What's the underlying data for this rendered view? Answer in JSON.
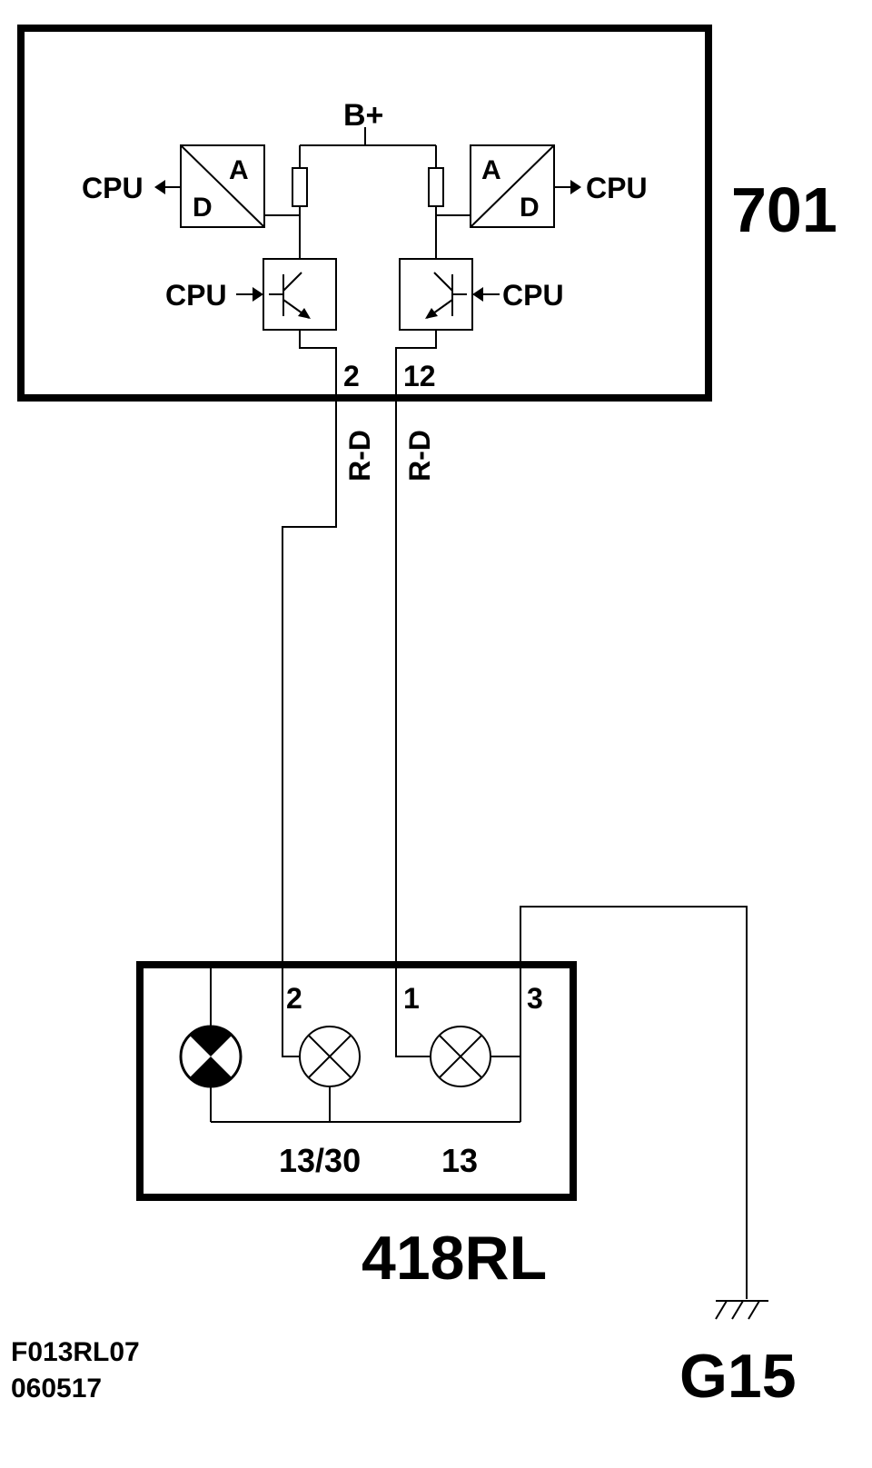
{
  "ecu": {
    "id": "701",
    "supply": "B+",
    "cpu_label": "CPU",
    "converter_a": "A",
    "converter_d": "D",
    "pin_left": "2",
    "pin_right": "12"
  },
  "wires": {
    "left_color": "R-D",
    "right_color": "R-D"
  },
  "lamp_unit": {
    "id": "418RL",
    "pin_2": "2",
    "pin_1": "1",
    "pin_3": "3",
    "terminal_left": "13/30",
    "terminal_right": "13"
  },
  "ground": {
    "id": "G15"
  },
  "footer": {
    "drawing_code": "F013RL07",
    "date_code": "060517"
  }
}
